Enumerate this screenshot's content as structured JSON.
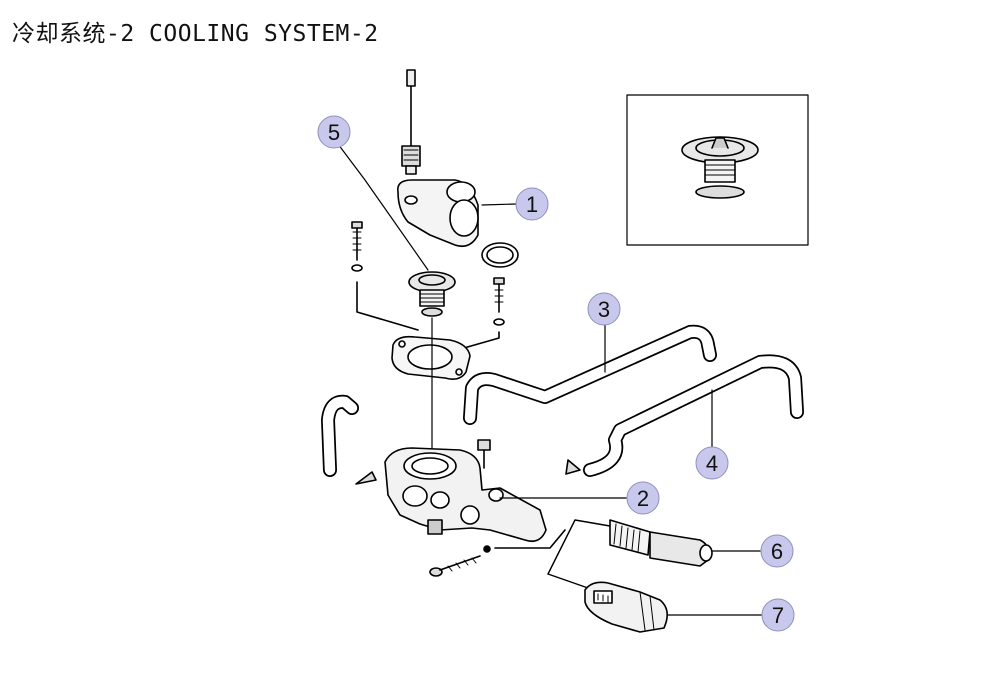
{
  "title": "冷却系统-2 COOLING SYSTEM-2",
  "colors": {
    "callout_fill": "#c8c8ec",
    "line": "#000000",
    "part_fill": "#f2f2f2"
  },
  "callouts": [
    {
      "id": "1",
      "label": "1"
    },
    {
      "id": "2",
      "label": "2"
    },
    {
      "id": "3",
      "label": "3"
    },
    {
      "id": "4",
      "label": "4"
    },
    {
      "id": "5",
      "label": "5"
    },
    {
      "id": "6",
      "label": "6"
    },
    {
      "id": "7",
      "label": "7"
    }
  ]
}
